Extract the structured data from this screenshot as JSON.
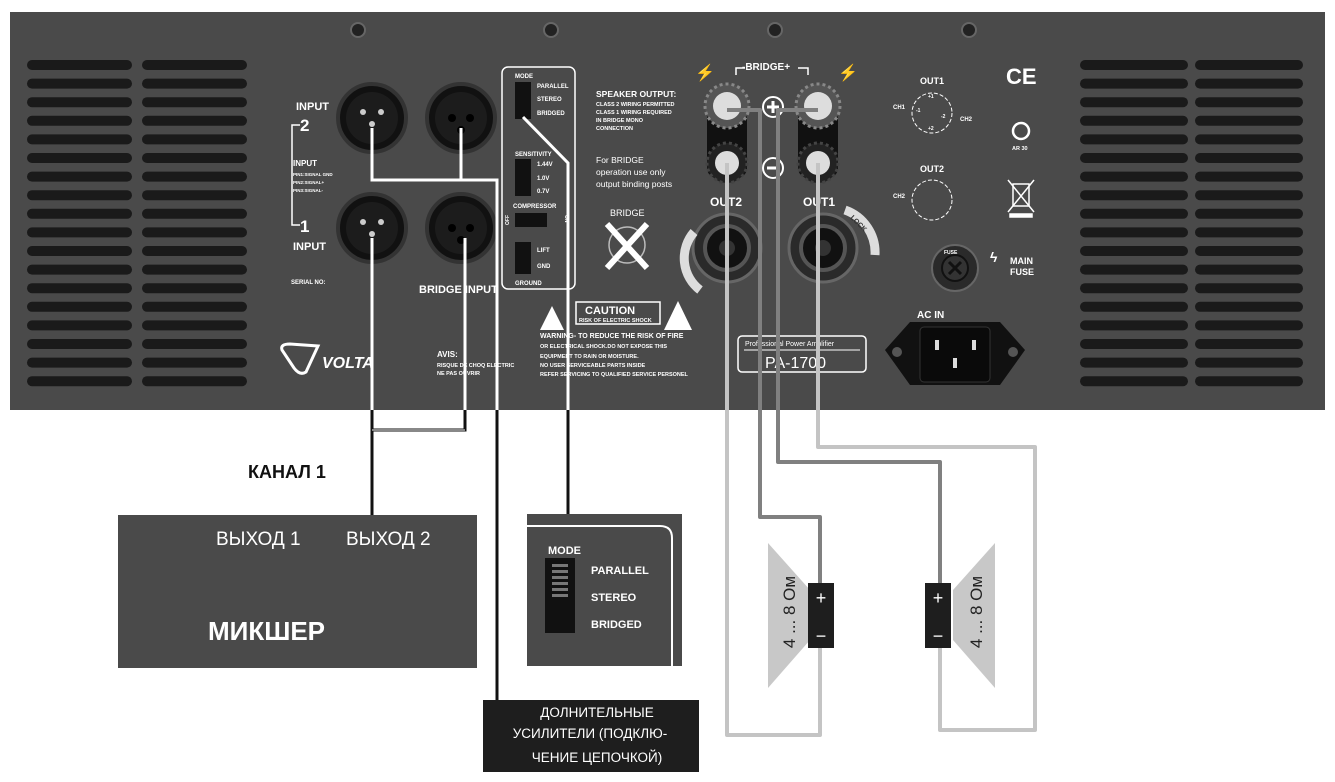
{
  "panel": {
    "brand": "VOLTA",
    "input2": {
      "label": "INPUT",
      "number": "2"
    },
    "input1": {
      "label": "INPUT",
      "number": "1"
    },
    "input_pins": [
      "INPUT",
      "PIN1:SIGNAL GND",
      "PIN2:SIGNAL+",
      "PIN3:SIGNAL-"
    ],
    "serial": "SERIAL NO:",
    "bridge_input": "BRIDGE INPUT",
    "mode": {
      "title": "MODE",
      "options": [
        "PARALLEL",
        "STEREO",
        "BRIDGED"
      ]
    },
    "sensitivity": {
      "title": "SENSITIVITY",
      "options": [
        "1.44V",
        "1.0V",
        "0.7V"
      ]
    },
    "compressor": {
      "title": "COMPRESSOR",
      "off": "OFF",
      "on": "ON"
    },
    "ground": {
      "title": "GROUND",
      "options": [
        "LIFT",
        "GND"
      ]
    },
    "speaker_output": [
      "SPEAKER OUTPUT:",
      "CLASS 2 WIRING PERMITTED",
      "CLASS 1 WIRING REQUIRED",
      "IN BRIDGE MONO",
      "CONNECTION"
    ],
    "bridge_note": [
      "For BRIDGE",
      "operation use only",
      "output binding posts"
    ],
    "bridge_label": "BRIDGE",
    "bridge_top": "-BRIDGE+",
    "out2": "OUT2",
    "out1": "OUT1",
    "lock": "LOCK",
    "caution": {
      "title": "CAUTION",
      "subtitle": "RISK OF ELECTRIC SHOCK"
    },
    "warning": [
      "WARNING- TO REDUCE THE RISK OF FIRE",
      "OR ELECTRICAL SHOCK.DO NOT EXPOSE THIS",
      "EQUIPMENT TO RAIN OR MOISTURE.",
      "NO USER SERVICEABLE PARTS INSIDE",
      "REFER SERVICING TO QUALIFIED SERVICE PERSONEL"
    ],
    "avis": [
      "AVIS:",
      "RISQUE DE CHOQ ELECTRIC",
      "NE PAS OUVRIR"
    ],
    "model": {
      "subtitle": "Professional Power Amplifier",
      "name": "PA-1700"
    },
    "speakon_out1": {
      "title": "OUT1",
      "ch1": "CH1",
      "ch2": "CH2"
    },
    "speakon_out2": {
      "title": "OUT2",
      "ch2": "CH2"
    },
    "pins": [
      "+1",
      "-1",
      "+2",
      "-2"
    ],
    "ce": "CE",
    "pct": "AR 30",
    "fuse": "FUSE",
    "main_fuse": [
      "MAIN",
      "FUSE"
    ],
    "ac_in": "AC IN"
  },
  "channel_label": "КАНАЛ 1",
  "mixer": {
    "out1": "ВЫХОД 1",
    "out2": "ВЫХОД 2",
    "title": "МИКШЕР"
  },
  "mode_detail": {
    "title": "MODE",
    "options": [
      "PARALLEL",
      "STEREO",
      "BRIDGED"
    ]
  },
  "extra_amps": [
    "ДОЛНИТЕЛЬНЫЕ",
    "УСИЛИТЕЛИ (ПОДКЛЮ-",
    "ЧЕНИЕ ЦЕПОЧКОЙ)"
  ],
  "speakers": [
    {
      "impedance": "4 ... 8 Ом",
      "plus": "+",
      "minus": "−"
    },
    {
      "impedance": "4 ... 8 Ом",
      "plus": "+",
      "minus": "−"
    }
  ],
  "colors": {
    "panel": "#4a4a4a",
    "wire_dark": "#808080",
    "wire_light": "#c4c4c4",
    "label_box": "#1e1e1e"
  }
}
